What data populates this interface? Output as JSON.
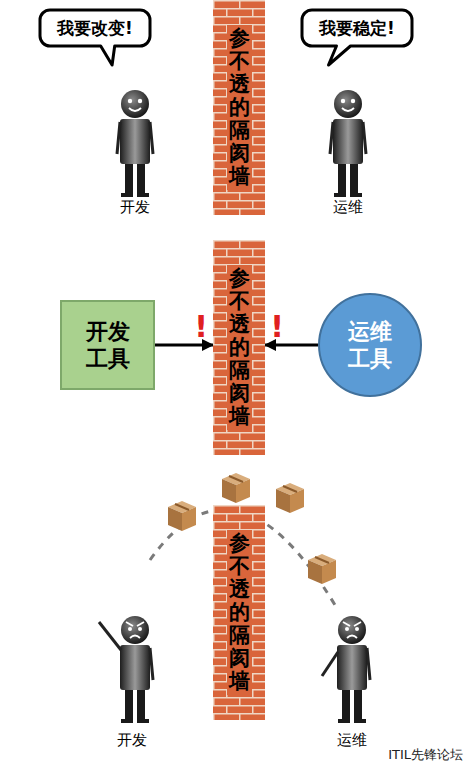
{
  "diagram": {
    "nodes": [
      {
        "text": [
          "我要改变!"
        ]
      },
      {
        "text": [
          "参不透的隔阂墙"
        ]
      },
      {
        "text": [
          "我要稳定!"
        ]
      },
      {
        "text": [
          "开发工具"
        ]
      },
      {
        "text": [
          "参不透的隔阂墙"
        ]
      },
      {
        "text": [
          "运维工具"
        ]
      },
      {
        "text": [
          "参不透的隔阂墙"
        ]
      }
    ],
    "edges": [
      {
        "from": 3,
        "to": 4,
        "arrow": "to"
      },
      {
        "from": 5,
        "to": 4,
        "arrow": "to"
      }
    ],
    "labels": [
      "开发",
      "运维",
      "!",
      "!",
      "开发",
      "运维",
      "ITIL先锋论坛"
    ]
  }
}
